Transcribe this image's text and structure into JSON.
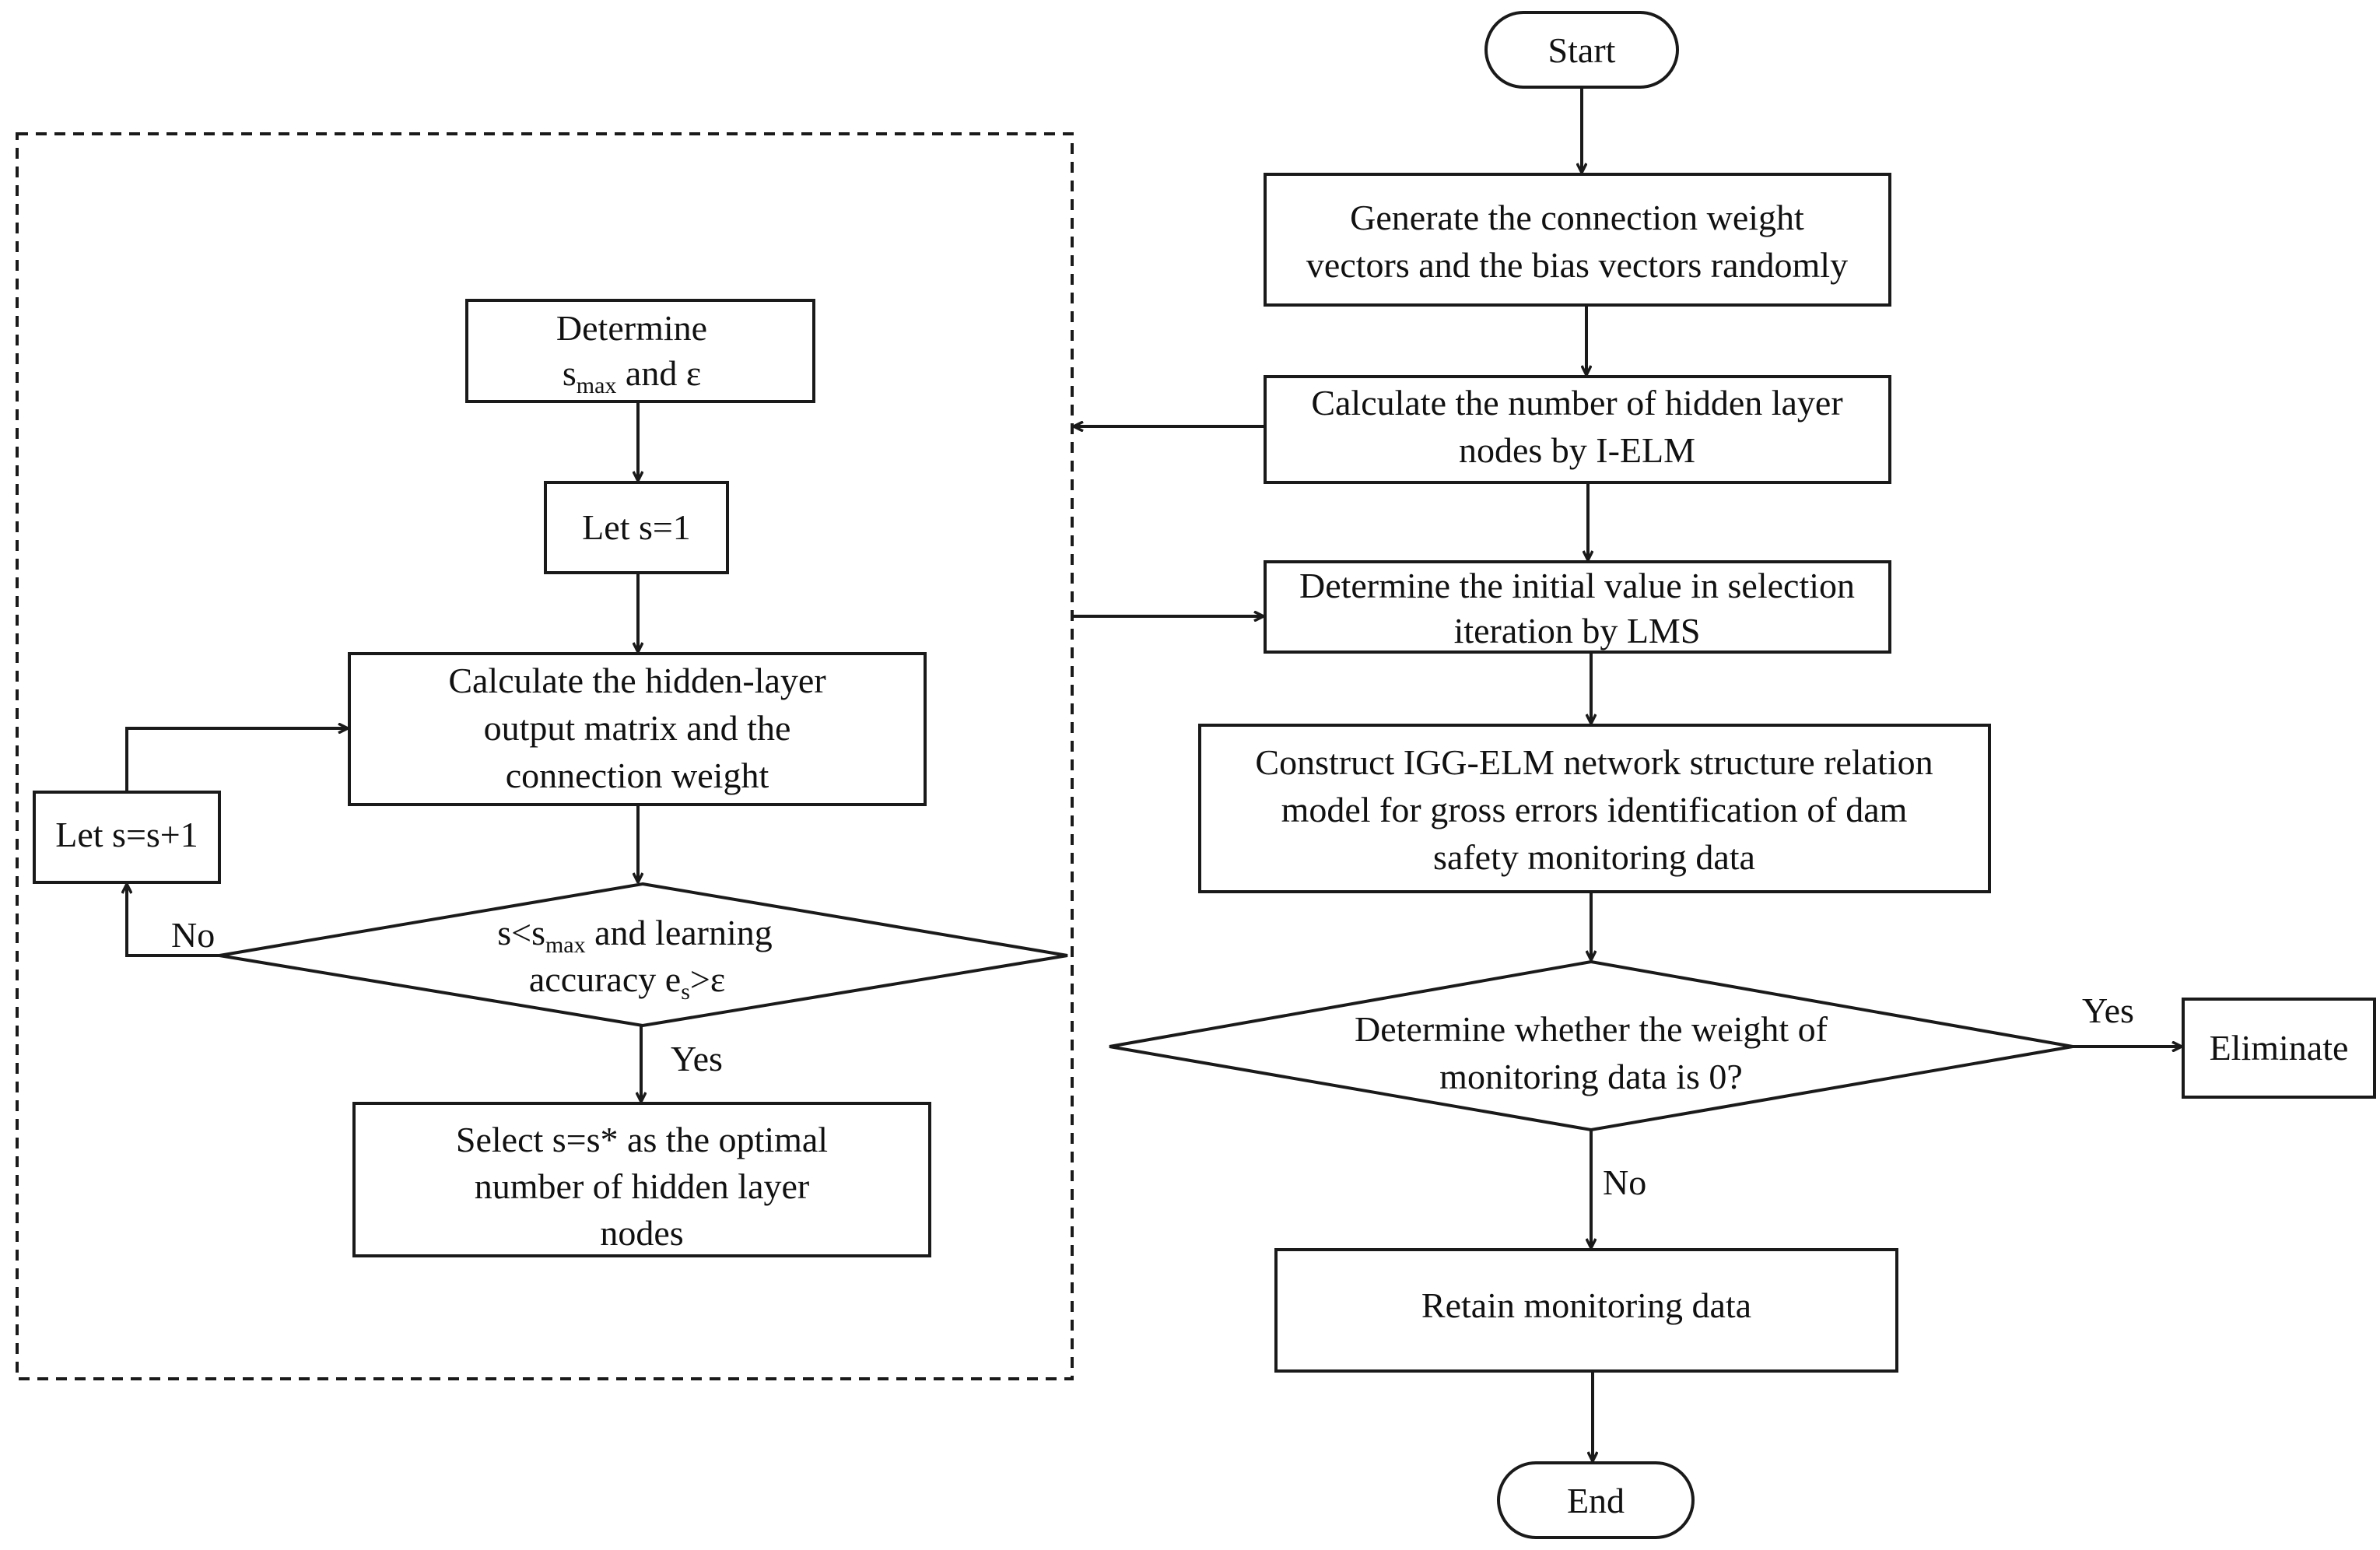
{
  "colors": {
    "stroke": "#1a1a1a",
    "text": "#111111",
    "background": "#ffffff"
  },
  "nodes": {
    "start": "Start",
    "generate": [
      "Generate the connection weight",
      "vectors and the bias vectors randomly"
    ],
    "calc_hidden": [
      "Calculate the number of hidden layer",
      "nodes by I-ELM"
    ],
    "init_value": [
      "Determine the initial value in selection",
      "iteration by LMS"
    ],
    "construct": [
      "Construct IGG-ELM network structure relation",
      "model for gross errors identification of dam",
      "safety monitoring data"
    ],
    "determine_weight": [
      "Determine whether the weight of",
      "monitoring data is 0?"
    ],
    "eliminate": "Eliminate",
    "retain": "Retain monitoring data",
    "end": "End",
    "determine_smax": {
      "line1": "Determine",
      "s": "s",
      "sub": "max",
      "rest": " and ε"
    },
    "let_s1": "Let s=1",
    "calc_output": [
      "Calculate the hidden-layer",
      "output matrix and the",
      "connection weight"
    ],
    "let_s_inc": "Let s=s+1",
    "condition": {
      "a": "s<s",
      "a_sub": "max",
      "b": " and  learning",
      "c": "accuracy e",
      "c_sub": "s",
      "d": ">ε"
    },
    "select_optimal": [
      "Select s=s* as the optimal",
      "number of hidden layer",
      "nodes"
    ]
  },
  "edge_labels": {
    "yes_right": "Yes",
    "no_right": "No",
    "yes_left": "Yes",
    "no_left": "No"
  }
}
